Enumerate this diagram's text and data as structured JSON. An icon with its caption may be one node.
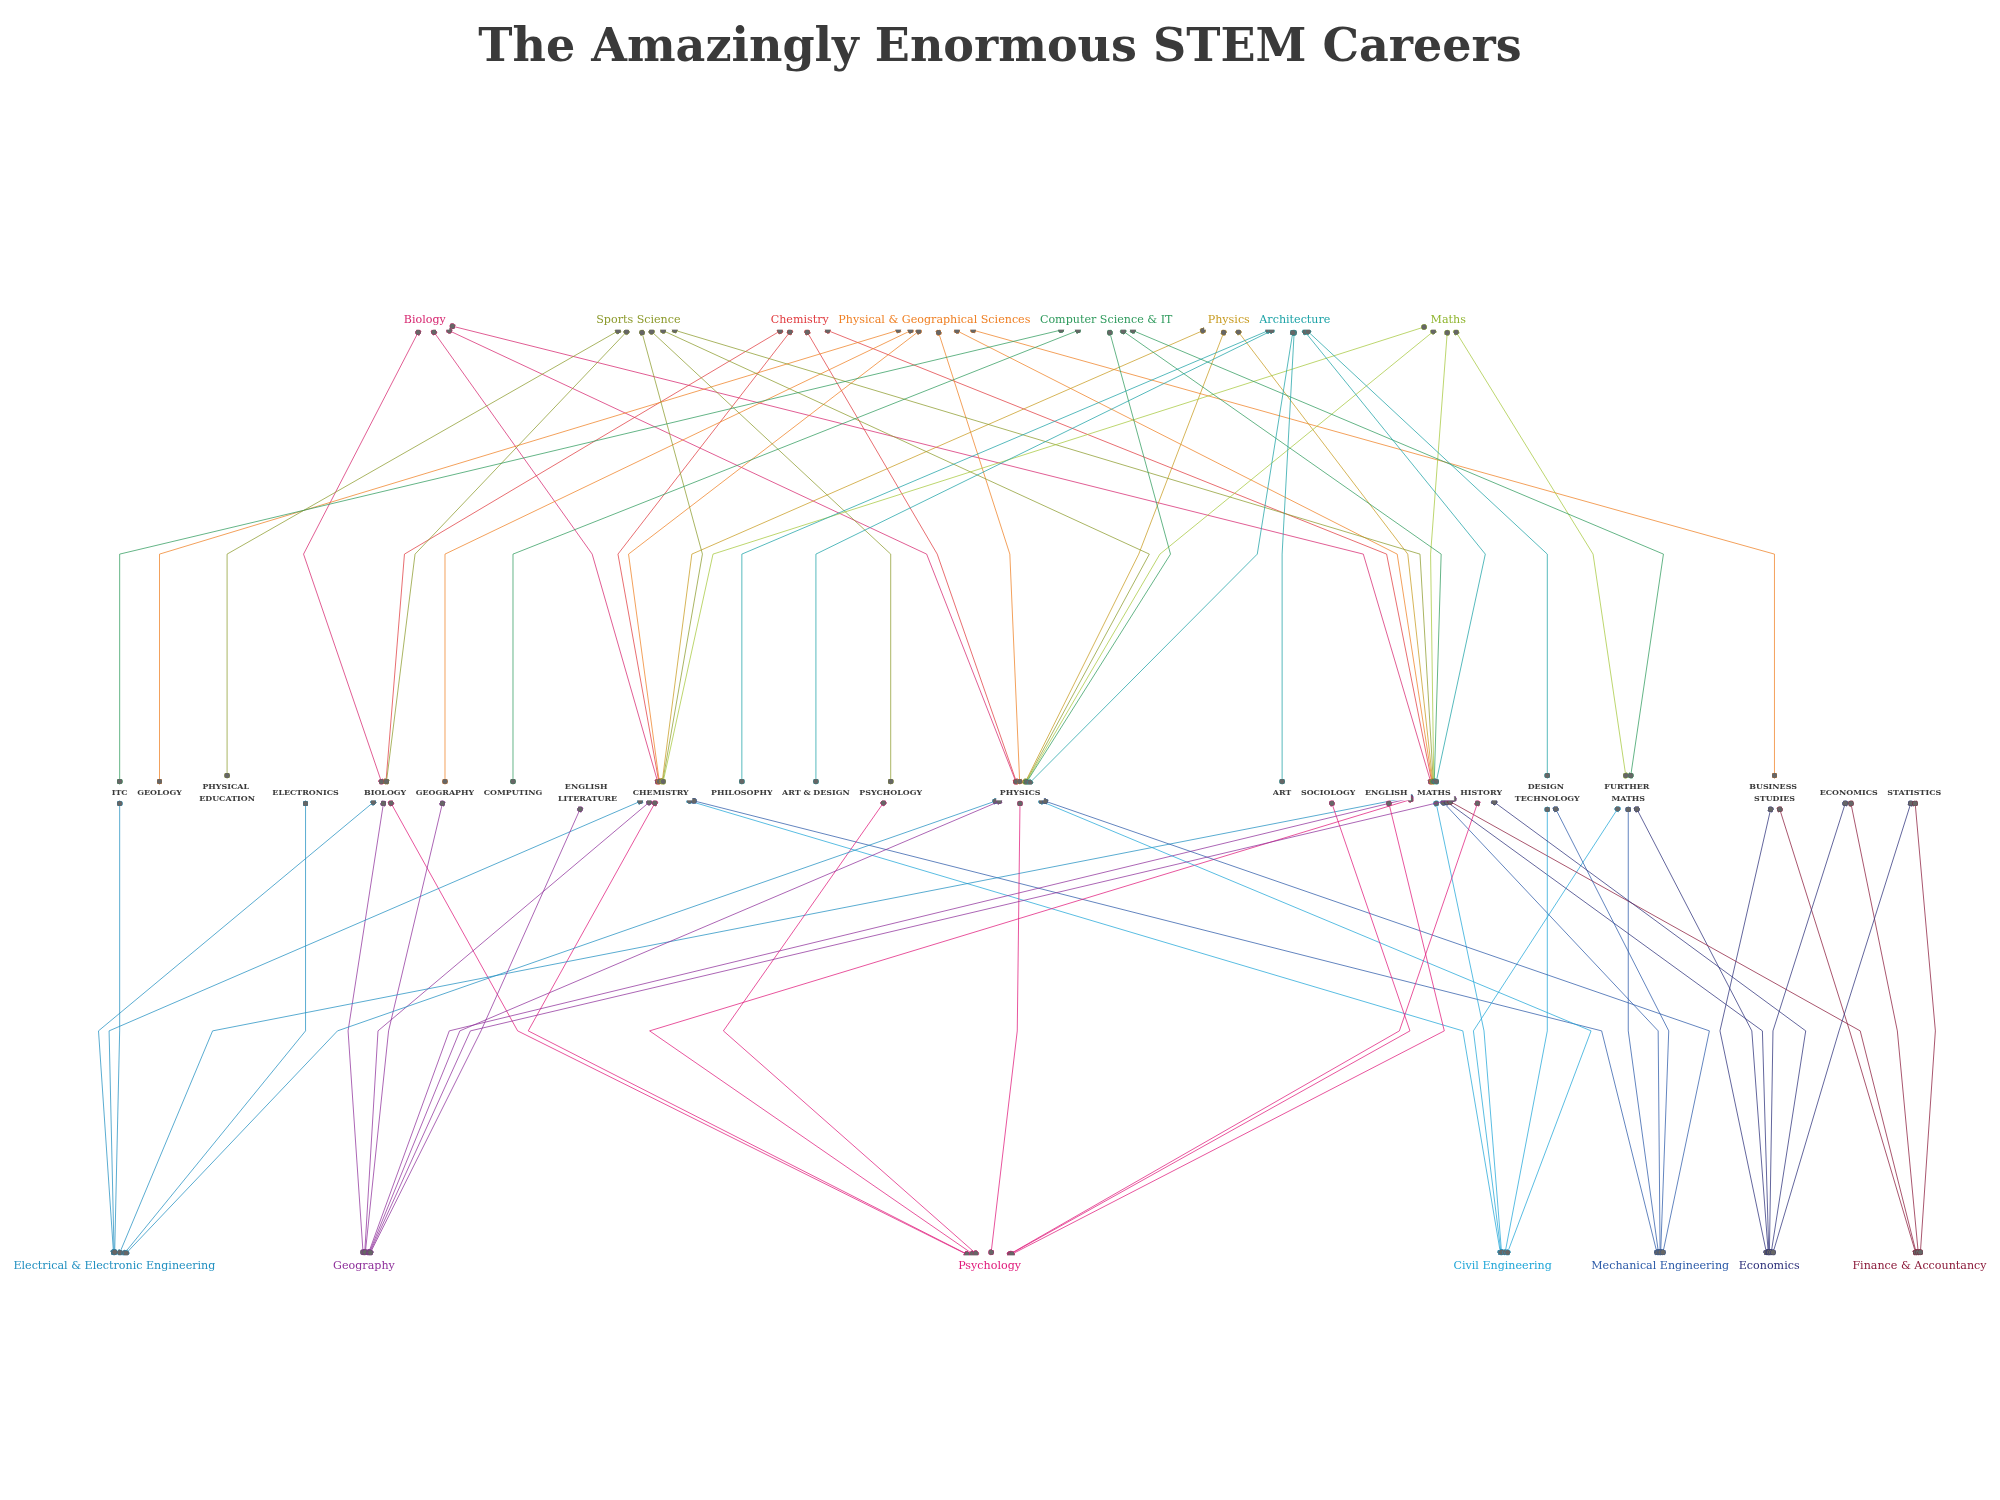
{
  "diagram": {
    "title": "The Amazingly Enormous STEM Careers",
    "nodes": [
      {
        "text": [
          "Biology"
        ]
      },
      {
        "text": [
          "Chemistry"
        ]
      },
      {
        "text": [
          "Physical & Geographical Sciences"
        ]
      },
      {
        "text": [
          "Physics"
        ]
      },
      {
        "text": [
          "Sports Science"
        ]
      },
      {
        "text": [
          "Maths"
        ]
      },
      {
        "text": [
          "Computer Science & IT"
        ]
      },
      {
        "text": [
          "Architecture"
        ]
      },
      {
        "text": [
          "BIOLOGY"
        ]
      },
      {
        "text": [
          "GEOLOGY"
        ]
      },
      {
        "text": [
          "PHYSICAL EDUCATION"
        ]
      },
      {
        "text": [
          "CHEMISTRY"
        ]
      },
      {
        "text": [
          "ITC"
        ]
      },
      {
        "text": [
          "BUSINESS STUDIES"
        ]
      },
      {
        "text": [
          "COMPUTING"
        ]
      },
      {
        "text": [
          "GEOGRAPHY"
        ]
      },
      {
        "text": [
          "FURTHER MATHS"
        ]
      },
      {
        "text": [
          "PHILOSOPHY"
        ]
      },
      {
        "text": [
          "ART & DESIGN"
        ]
      },
      {
        "text": [
          "MATHS"
        ]
      },
      {
        "text": [
          "PSYCHOLOGY"
        ]
      },
      {
        "text": [
          "ART"
        ]
      },
      {
        "text": [
          "DESIGN TECHNOLOGY"
        ]
      },
      {
        "text": [
          "ELECTRONICS"
        ]
      },
      {
        "text": [
          "PHYSICS"
        ]
      },
      {
        "text": [
          "ECONOMICS"
        ]
      },
      {
        "text": [
          "HISTORY"
        ]
      },
      {
        "text": [
          "STATISTICS"
        ]
      },
      {
        "text": [
          "ENGLISH LITERATURE"
        ]
      },
      {
        "text": [
          "SOCIOLOGY"
        ]
      },
      {
        "text": [
          "ENGLISH"
        ]
      },
      {
        "text": [
          "Civil Engineering"
        ]
      },
      {
        "text": [
          "Electrical & Electronic Engineering"
        ]
      },
      {
        "text": [
          "Mechanical Engineering"
        ]
      },
      {
        "text": [
          "Economics"
        ]
      },
      {
        "text": [
          "Geography"
        ]
      },
      {
        "text": [
          "Psychology"
        ]
      },
      {
        "text": [
          "Finance & Accountancy"
        ]
      }
    ],
    "edges": [
      {
        "from": 0,
        "to": 8,
        "arrow": "other",
        "color": "#d6246e"
      },
      {
        "from": 0,
        "to": 11,
        "arrow": "other",
        "color": "#d6246e"
      },
      {
        "from": 0,
        "to": 19,
        "arrow": "other",
        "color": "#d6246e"
      },
      {
        "from": 0,
        "to": 24,
        "arrow": "other",
        "color": "#d6246e"
      },
      {
        "from": 1,
        "to": 8,
        "arrow": "other",
        "color": "#e03a3e"
      },
      {
        "from": 1,
        "to": 11,
        "arrow": "other",
        "color": "#e03a3e"
      },
      {
        "from": 1,
        "to": 19,
        "arrow": "other",
        "color": "#e03a3e"
      },
      {
        "from": 1,
        "to": 24,
        "arrow": "other",
        "color": "#e03a3e"
      },
      {
        "from": 2,
        "to": 9,
        "arrow": "other",
        "color": "#ef7f22"
      },
      {
        "from": 2,
        "to": 11,
        "arrow": "other",
        "color": "#ef7f22"
      },
      {
        "from": 2,
        "to": 13,
        "arrow": "other",
        "color": "#ef7f22"
      },
      {
        "from": 2,
        "to": 15,
        "arrow": "other",
        "color": "#ef7f22"
      },
      {
        "from": 2,
        "to": 19,
        "arrow": "other",
        "color": "#ef7f22"
      },
      {
        "from": 2,
        "to": 24,
        "arrow": "other",
        "color": "#ef7f22"
      },
      {
        "from": 3,
        "to": 11,
        "arrow": "other",
        "color": "#c79a1e"
      },
      {
        "from": 3,
        "to": 19,
        "arrow": "other",
        "color": "#c79a1e"
      },
      {
        "from": 3,
        "to": 24,
        "arrow": "other",
        "color": "#c79a1e"
      },
      {
        "from": 4,
        "to": 8,
        "arrow": "other",
        "color": "#8c9a2b"
      },
      {
        "from": 4,
        "to": 10,
        "arrow": "other",
        "color": "#8c9a2b"
      },
      {
        "from": 4,
        "to": 11,
        "arrow": "other",
        "color": "#8c9a2b"
      },
      {
        "from": 4,
        "to": 19,
        "arrow": "other",
        "color": "#8c9a2b"
      },
      {
        "from": 4,
        "to": 20,
        "arrow": "other",
        "color": "#8c9a2b"
      },
      {
        "from": 4,
        "to": 24,
        "arrow": "other",
        "color": "#8c9a2b"
      },
      {
        "from": 5,
        "to": 11,
        "arrow": "other",
        "color": "#a6c83c"
      },
      {
        "from": 5,
        "to": 16,
        "arrow": "other",
        "color": "#a6c83c"
      },
      {
        "from": 5,
        "to": 19,
        "arrow": "other",
        "color": "#a6c83c"
      },
      {
        "from": 5,
        "to": 24,
        "arrow": "other",
        "color": "#a6c83c"
      },
      {
        "from": 6,
        "to": 12,
        "arrow": "other",
        "color": "#2e9a5c"
      },
      {
        "from": 6,
        "to": 14,
        "arrow": "other",
        "color": "#2e9a5c"
      },
      {
        "from": 6,
        "to": 16,
        "arrow": "other",
        "color": "#2e9a5c"
      },
      {
        "from": 6,
        "to": 19,
        "arrow": "other",
        "color": "#2e9a5c"
      },
      {
        "from": 6,
        "to": 24,
        "arrow": "other",
        "color": "#2e9a5c"
      },
      {
        "from": 7,
        "to": 17,
        "arrow": "other",
        "color": "#1ba2a6"
      },
      {
        "from": 7,
        "to": 18,
        "arrow": "other",
        "color": "#1ba2a6"
      },
      {
        "from": 7,
        "to": 19,
        "arrow": "other",
        "color": "#1ba2a6"
      },
      {
        "from": 7,
        "to": 21,
        "arrow": "other",
        "color": "#1ba2a6"
      },
      {
        "from": 7,
        "to": 22,
        "arrow": "other",
        "color": "#1ba2a6"
      },
      {
        "from": 7,
        "to": 24,
        "arrow": "other",
        "color": "#1ba2a6"
      },
      {
        "from": 8,
        "to": 32,
        "arrow": "other",
        "color": "#1f8fc0"
      },
      {
        "from": 8,
        "to": 35,
        "arrow": "other",
        "color": "#8e2f9a"
      },
      {
        "from": 8,
        "to": 36,
        "arrow": "other",
        "color": "#e0187a"
      },
      {
        "from": 11,
        "to": 31,
        "arrow": "other",
        "color": "#1fa6d8"
      },
      {
        "from": 11,
        "to": 32,
        "arrow": "other",
        "color": "#1f8fc0"
      },
      {
        "from": 11,
        "to": 33,
        "arrow": "other",
        "color": "#2b5aa8"
      },
      {
        "from": 11,
        "to": 35,
        "arrow": "other",
        "color": "#8e2f9a"
      },
      {
        "from": 11,
        "to": 36,
        "arrow": "other",
        "color": "#e0187a"
      },
      {
        "from": 12,
        "to": 32,
        "arrow": "other",
        "color": "#1f8fc0"
      },
      {
        "from": 13,
        "to": 34,
        "arrow": "other",
        "color": "#2c2f7a"
      },
      {
        "from": 13,
        "to": 37,
        "arrow": "other",
        "color": "#8b1a3a"
      },
      {
        "from": 15,
        "to": 35,
        "arrow": "other",
        "color": "#8e2f9a"
      },
      {
        "from": 16,
        "to": 31,
        "arrow": "other",
        "color": "#1fa6d8"
      },
      {
        "from": 16,
        "to": 33,
        "arrow": "other",
        "color": "#2b5aa8"
      },
      {
        "from": 16,
        "to": 34,
        "arrow": "other",
        "color": "#2c2f7a"
      },
      {
        "from": 19,
        "to": 31,
        "arrow": "other",
        "color": "#1fa6d8"
      },
      {
        "from": 19,
        "to": 32,
        "arrow": "other",
        "color": "#1f8fc0"
      },
      {
        "from": 19,
        "to": 33,
        "arrow": "other",
        "color": "#2b5aa8"
      },
      {
        "from": 19,
        "to": 34,
        "arrow": "other",
        "color": "#2c2f7a"
      },
      {
        "from": 19,
        "to": 35,
        "arrow": "other",
        "color": "#8e2f9a"
      },
      {
        "from": 19,
        "to": 36,
        "arrow": "other",
        "color": "#e0187a"
      },
      {
        "from": 19,
        "to": 37,
        "arrow": "other",
        "color": "#8b1a3a"
      },
      {
        "from": 20,
        "to": 36,
        "arrow": "other",
        "color": "#e0187a"
      },
      {
        "from": 22,
        "to": 31,
        "arrow": "other",
        "color": "#1fa6d8"
      },
      {
        "from": 22,
        "to": 33,
        "arrow": "other",
        "color": "#2b5aa8"
      },
      {
        "from": 23,
        "to": 32,
        "arrow": "other",
        "color": "#1f8fc0"
      },
      {
        "from": 24,
        "to": 31,
        "arrow": "other",
        "color": "#1fa6d8"
      },
      {
        "from": 24,
        "to": 32,
        "arrow": "other",
        "color": "#1f8fc0"
      },
      {
        "from": 24,
        "to": 33,
        "arrow": "other",
        "color": "#2b5aa8"
      },
      {
        "from": 24,
        "to": 35,
        "arrow": "other",
        "color": "#8e2f9a"
      },
      {
        "from": 24,
        "to": 36,
        "arrow": "other",
        "color": "#e0187a"
      },
      {
        "from": 25,
        "to": 34,
        "arrow": "other",
        "color": "#2c2f7a"
      },
      {
        "from": 25,
        "to": 37,
        "arrow": "other",
        "color": "#8b1a3a"
      },
      {
        "from": 26,
        "to": 34,
        "arrow": "other",
        "color": "#2c2f7a"
      },
      {
        "from": 26,
        "to": 35,
        "arrow": "other",
        "color": "#8e2f9a"
      },
      {
        "from": 26,
        "to": 36,
        "arrow": "other",
        "color": "#e0187a"
      },
      {
        "from": 27,
        "to": 34,
        "arrow": "other",
        "color": "#2c2f7a"
      },
      {
        "from": 27,
        "to": 37,
        "arrow": "other",
        "color": "#8b1a3a"
      },
      {
        "from": 28,
        "to": 35,
        "arrow": "other",
        "color": "#8e2f9a"
      },
      {
        "from": 29,
        "to": 36,
        "arrow": "other",
        "color": "#e0187a"
      },
      {
        "from": 30,
        "to": 36,
        "arrow": "other",
        "color": "#e0187a"
      }
    ]
  }
}
